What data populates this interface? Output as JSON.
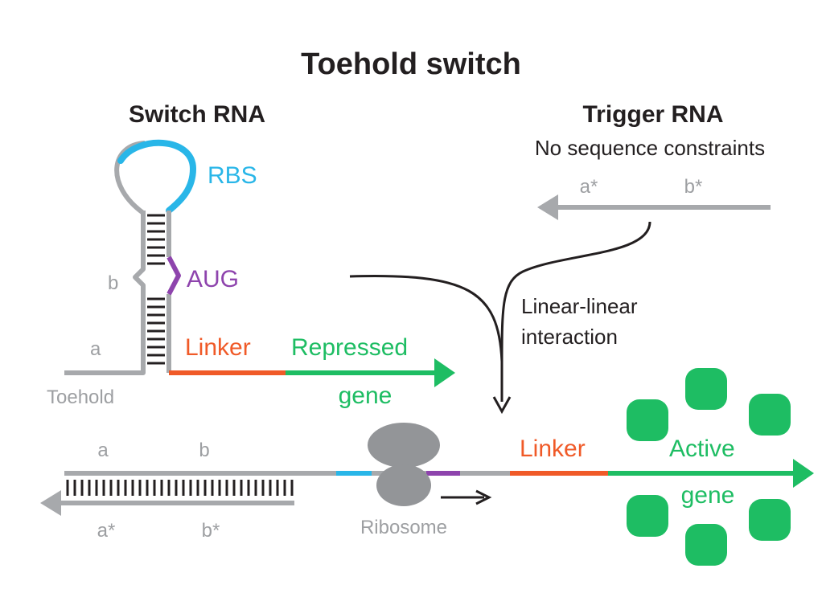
{
  "title": "Toehold switch",
  "switch_rna": {
    "heading": "Switch RNA",
    "rbs": "RBS",
    "aug": "AUG",
    "domain_a": "a",
    "domain_b": "b",
    "linker": "Linker",
    "repressed": "Repressed",
    "gene": "gene",
    "toehold": "Toehold"
  },
  "trigger_rna": {
    "heading": "Trigger RNA",
    "subtitle": "No sequence constraints",
    "domain_a_star": "a*",
    "domain_b_star": "b*"
  },
  "interaction": {
    "line1": "Linear-linear",
    "line2": "interaction"
  },
  "complex": {
    "domain_a": "a",
    "domain_b": "b",
    "domain_a_star": "a*",
    "domain_b_star": "b*",
    "ribosome": "Ribosome",
    "linker": "Linker",
    "active": "Active",
    "gene": "gene"
  },
  "colors": {
    "rbs": "#29b6e8",
    "aug": "#8e44ad",
    "linker": "#f05a28",
    "gene": "#1ebd63",
    "strand": "#a7a9ac",
    "text": "#231f20",
    "ribosome": "#939598"
  }
}
